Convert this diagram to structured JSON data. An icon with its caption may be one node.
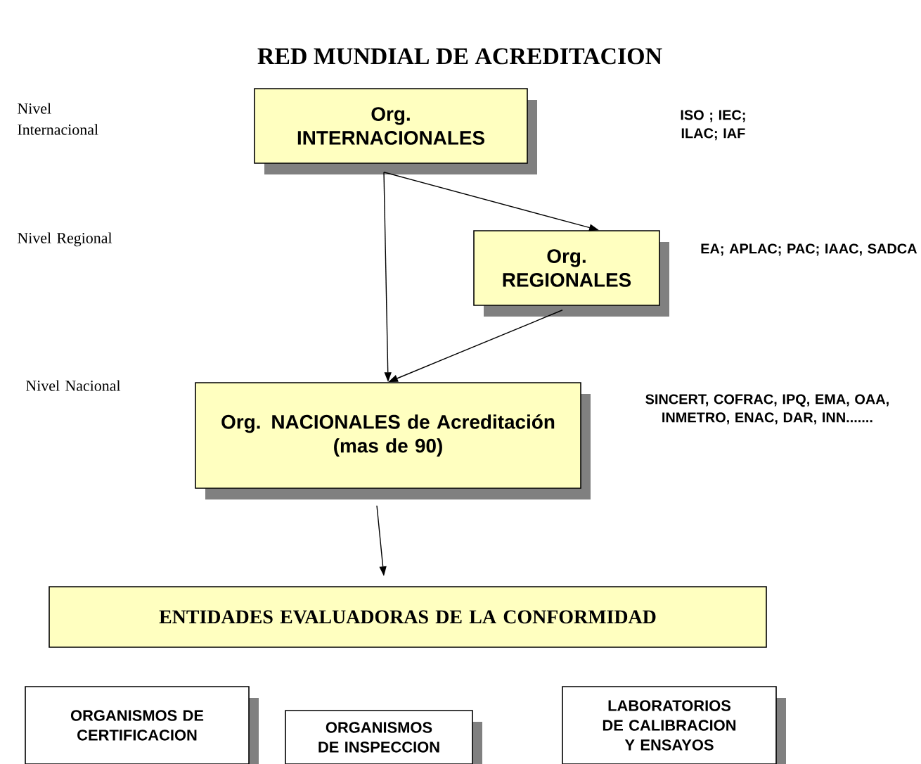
{
  "diagram": {
    "title": "RED MUNDIAL DE ACREDITACION",
    "nodes": [
      {
        "text": [
          "Org. INTERNACIONALES"
        ]
      },
      {
        "text": [
          "Org. REGIONALES"
        ]
      },
      {
        "text": [
          "Org. NACIONALES de Acreditación",
          "(mas de 90)"
        ]
      },
      {
        "text": [
          "ENTIDADES EVALUADORAS DE LA CONFORMIDAD"
        ]
      },
      {
        "text": [
          "ORGANISMOS DE CERTIFICACION"
        ]
      },
      {
        "text": [
          "ORGANISMOS DE INSPECCION"
        ]
      },
      {
        "text": [
          "LABORATORIOS DE CALIBRACION Y ENSAYOS"
        ]
      }
    ],
    "edges": [
      {
        "from": 0,
        "to": 1,
        "arrow": "to"
      },
      {
        "from": 0,
        "to": 2,
        "arrow": "to"
      },
      {
        "from": 1,
        "to": 2,
        "arrow": "to"
      },
      {
        "from": 2,
        "to": 3,
        "arrow": "to"
      }
    ],
    "labels": [
      "Nivel Internacional",
      "ISO ; IEC; ILAC; IAF",
      "Nivel Regional",
      "EA; APLAC; PAC; IAAC, SADCA",
      "Nivel Nacional",
      "SINCERT, COFRAC, IPQ, EMA, OAA, INMETRO, ENAC, DAR, INN......."
    ]
  }
}
